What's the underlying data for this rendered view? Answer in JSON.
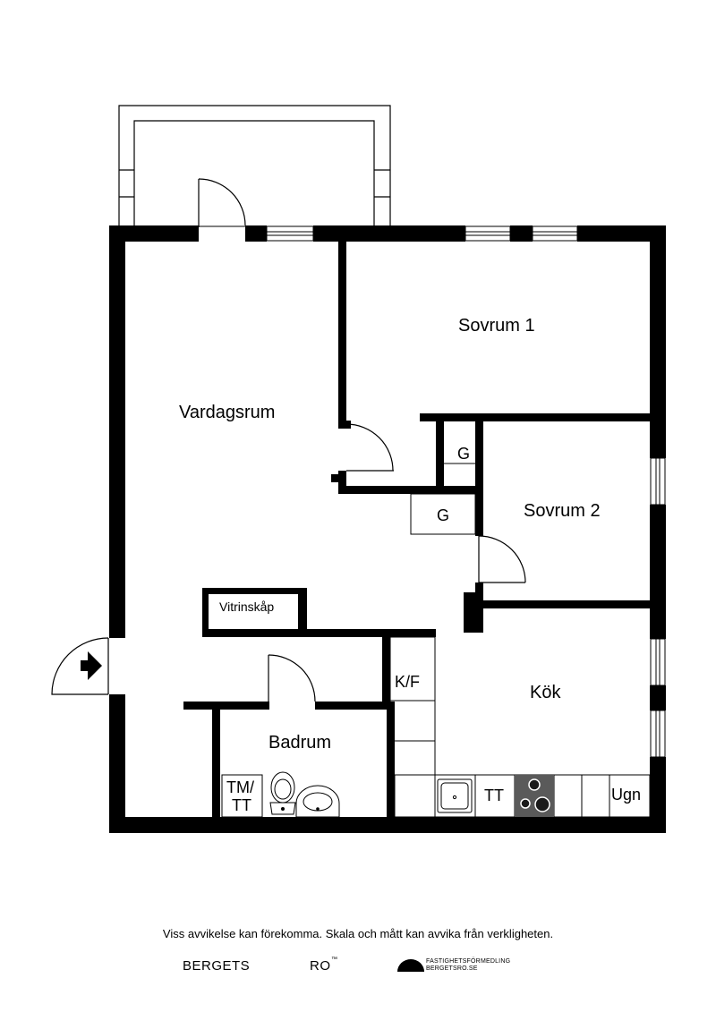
{
  "rooms": {
    "vardagsrum": "Vardagsrum",
    "sovrum1": "Sovrum 1",
    "sovrum2": "Sovrum 2",
    "kok": "Kök",
    "badrum": "Badrum",
    "garderob1": "G",
    "garderob2": "G",
    "vitrinskap": "Vitrinskåp",
    "kyl_frys": "K/F",
    "tvatt_line1": "TM/",
    "tvatt_line2": "TT",
    "diskmaskin": "TT",
    "ugn": "Ugn"
  },
  "footer": {
    "disclaimer": "Viss avvikelse kan förekomma. Skala och mått kan avvika från verkligheten.",
    "brand_left": "BERGETS",
    "brand_right": "RO",
    "brand_mark": "™",
    "agency_line1": "FASTIGHETSFÖRMEDLING",
    "agency_line2": "BERGETSRO.SE"
  },
  "colors": {
    "wall": "#000000",
    "background": "#ffffff",
    "stove": "#5a5a5a"
  }
}
